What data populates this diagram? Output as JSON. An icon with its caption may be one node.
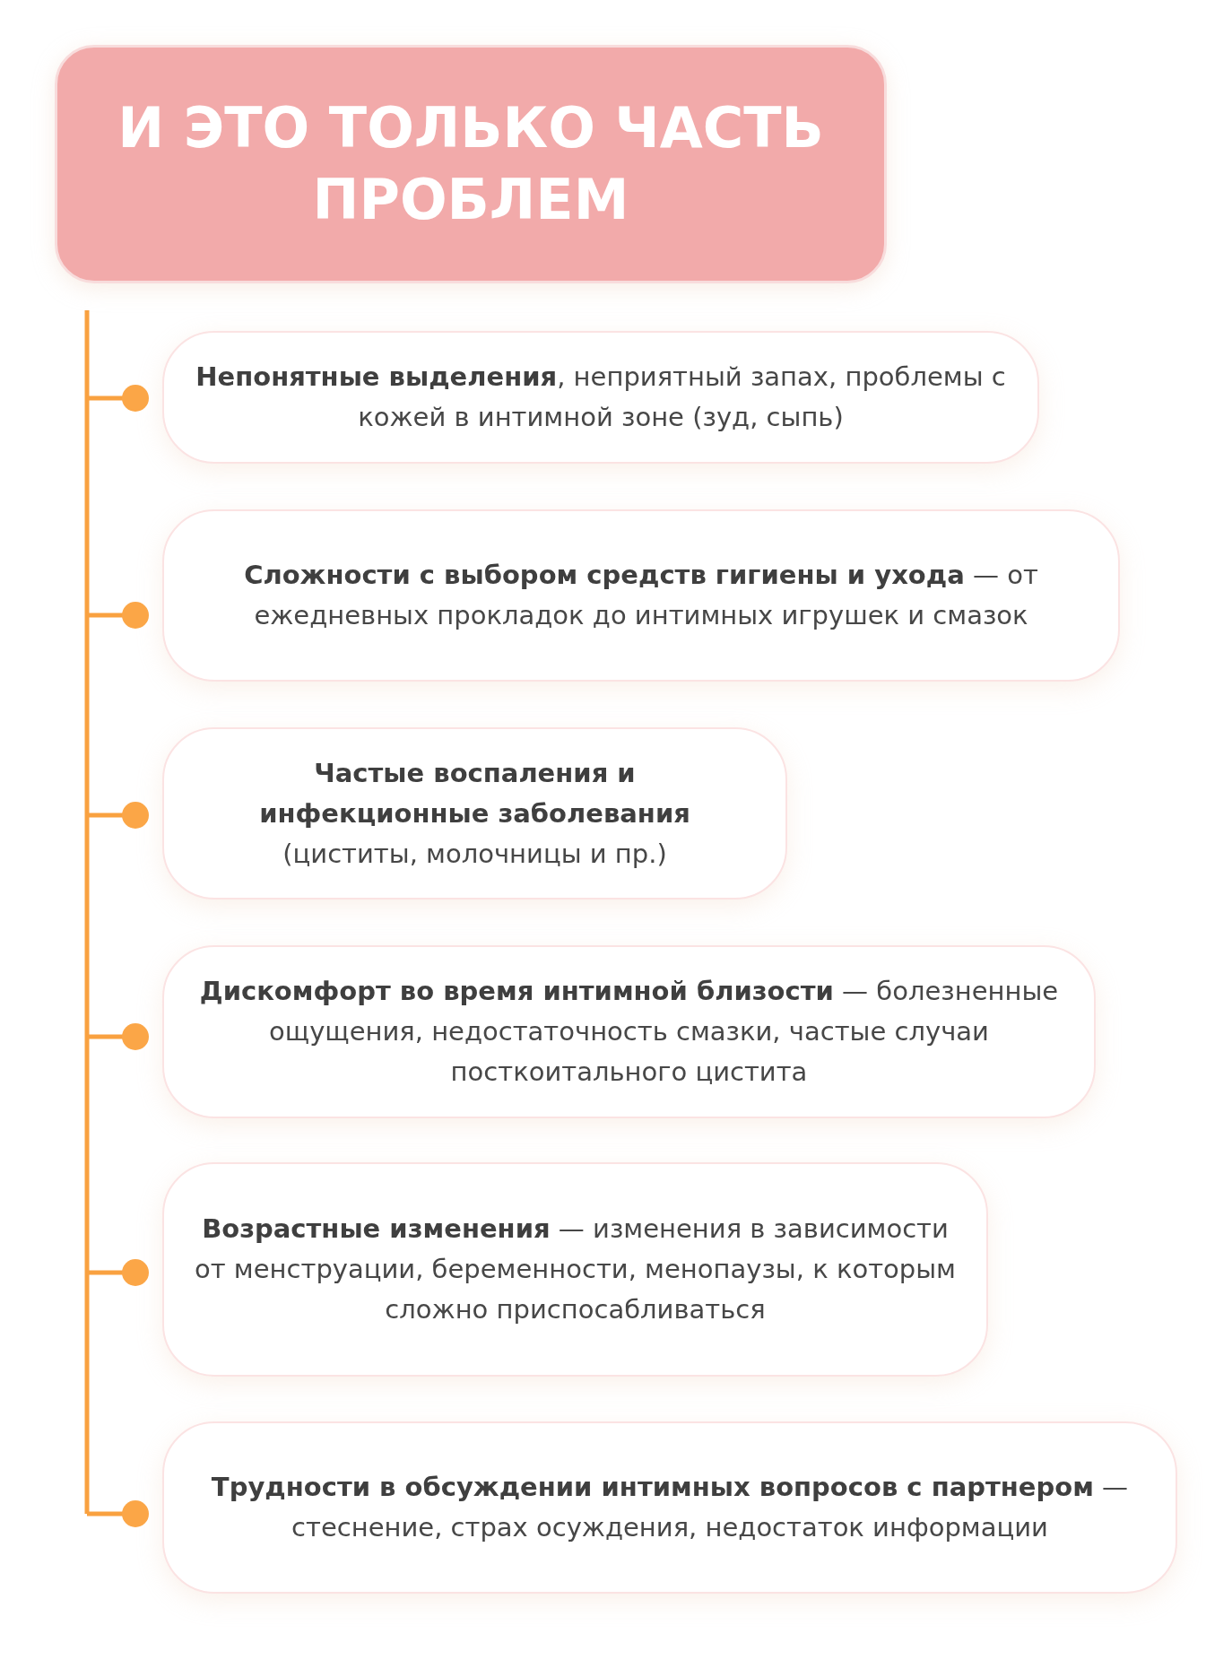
{
  "diagram": {
    "nodes": [
      {
        "text": [
          "И ЭТО ТОЛЬКО ЧАСТЬ ПРОБЛЕМ"
        ]
      },
      {
        "text": [
          "**Непонятные выделения**, неприятный запах, проблемы с кожей в интимной зоне (зуд, сыпь)"
        ]
      },
      {
        "text": [
          "**Сложности с выбором средств гигиены и ухода** — от ежедневных прокладок до интимных игрушек и смазок"
        ]
      },
      {
        "text": [
          "**Частые воспаления и инфекционные заболевания** (циститы, молочницы и пр.)"
        ]
      },
      {
        "text": [
          "**Дискомфорт во время интимной близости** — болезненные ощущения, недостаточность смазки, частые случаи посткоитального цистита"
        ]
      },
      {
        "text": [
          "**Возрастные изменения** — изменения в зависимости от менструации, беременности, менопаузы, к которым сложно приспосабливаться"
        ]
      },
      {
        "text": [
          "**Трудности в обсуждении интимных вопросов с партнером** — стеснение, страх осуждения, недостаток информации"
        ]
      }
    ]
  }
}
